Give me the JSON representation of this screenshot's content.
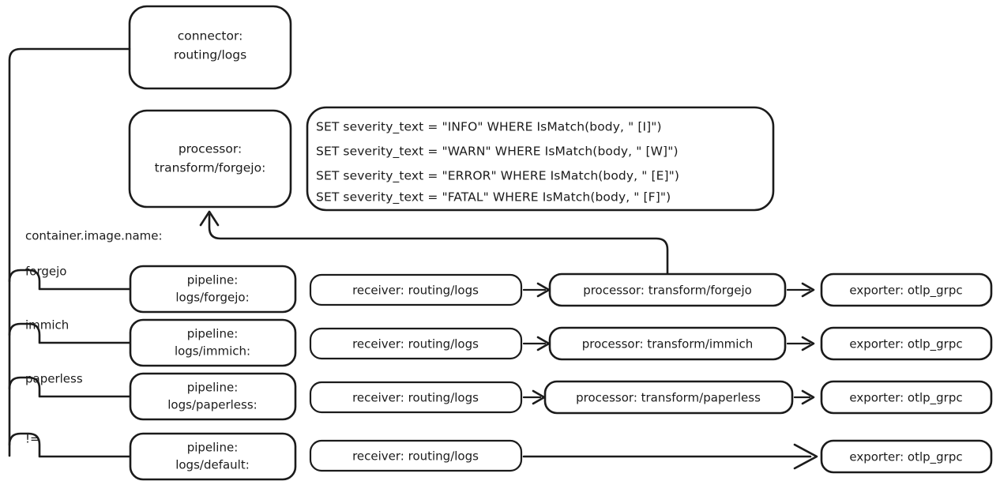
{
  "diagram": {
    "title_nodes": {
      "connector": {
        "line1": "connector:",
        "line2": "routing/logs"
      },
      "processor_def": {
        "line1": "processor:",
        "line2": "transform/forgejo:"
      }
    },
    "ottl_statements": [
      "SET severity_text = \"INFO\" WHERE IsMatch(body, \" [I]\")",
      "SET severity_text = \"WARN\" WHERE IsMatch(body, \" [W]\")",
      "SET severity_text = \"ERROR\" WHERE IsMatch(body, \" [E]\")",
      "SET severity_text = \"FATAL\" WHERE IsMatch(body, \" [F]\")"
    ],
    "routing_attribute_label": "container.image.name:",
    "routes": [
      {
        "condition": "forgejo",
        "pipeline_line1": "pipeline:",
        "pipeline_line2": "logs/forgejo:",
        "receiver": "receiver: routing/logs",
        "processor": "processor: transform/forgejo",
        "exporter": "exporter: otlp_grpc",
        "has_processor": true
      },
      {
        "condition": "immich",
        "pipeline_line1": "pipeline:",
        "pipeline_line2": "logs/immich:",
        "receiver": "receiver: routing/logs",
        "processor": "processor: transform/immich",
        "exporter": "exporter: otlp_grpc",
        "has_processor": true
      },
      {
        "condition": "paperless",
        "pipeline_line1": "pipeline:",
        "pipeline_line2": "logs/paperless:",
        "receiver": "receiver: routing/logs",
        "processor": "processor: transform/paperless",
        "exporter": "exporter: otlp_grpc",
        "has_processor": true
      },
      {
        "condition": "!=",
        "pipeline_line1": "pipeline:",
        "pipeline_line2": "logs/default:",
        "receiver": "receiver: routing/logs",
        "processor": "",
        "exporter": "exporter: otlp_grpc",
        "has_processor": false
      }
    ],
    "colors": {
      "stroke": "#1b1b1b",
      "fill": "#ffffff",
      "background": "#ffffff"
    }
  }
}
